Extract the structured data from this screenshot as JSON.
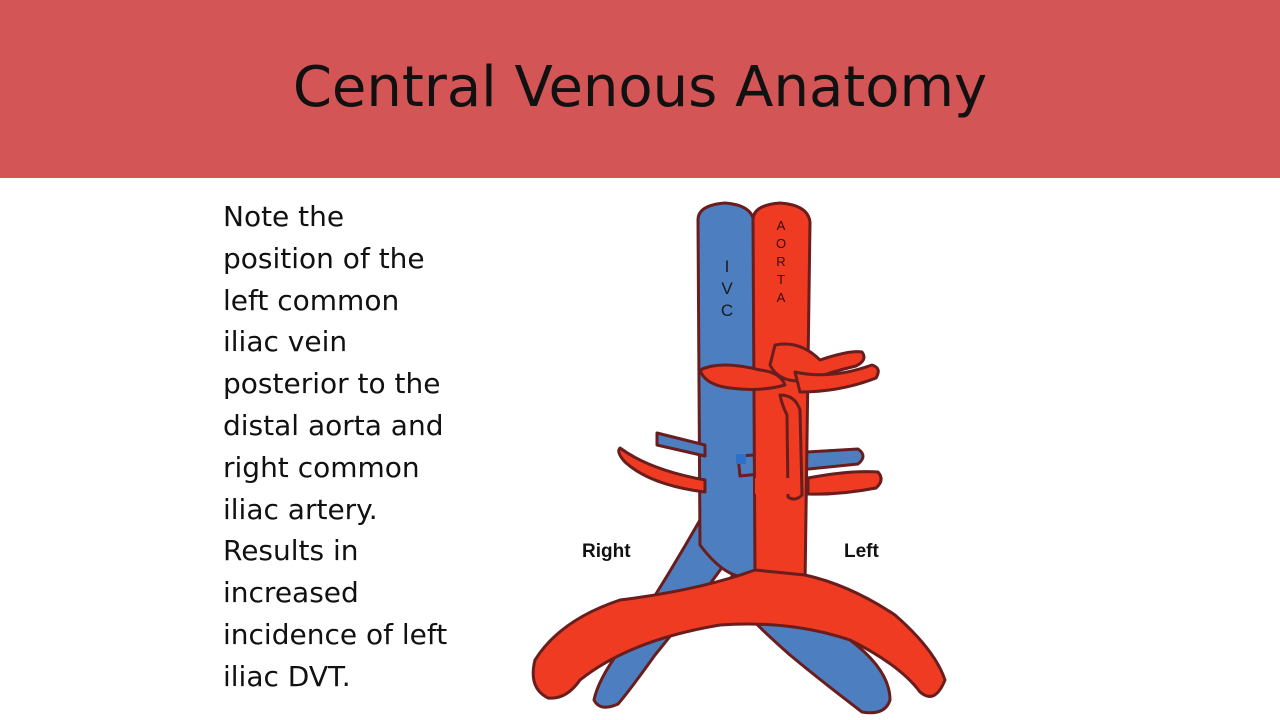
{
  "slide": {
    "title": "Central Venous Anatomy",
    "body_lines": [
      "Note the",
      "position of the",
      "left common",
      "iliac vein",
      "posterior to the",
      "distal aorta and",
      "right common",
      "iliac artery.",
      "Results  in",
      "increased",
      "incidence of left",
      "iliac DVT."
    ]
  },
  "diagram": {
    "ivc_letters": [
      "I",
      "V",
      "C"
    ],
    "aorta_letters": [
      "A",
      "O",
      "R",
      "T",
      "A"
    ],
    "side_right": "Right",
    "side_left": "Left",
    "colors": {
      "vein": "#4d7fc0",
      "artery": "#ee3b22",
      "outline": "#6a1d1d",
      "header": "#d45556"
    }
  }
}
